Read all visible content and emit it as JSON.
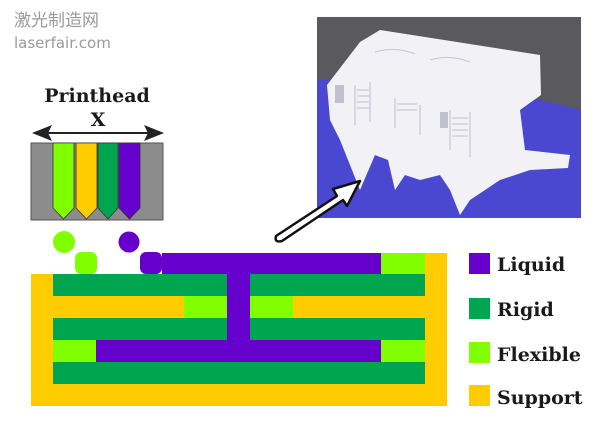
{
  "printhead": {
    "title": "Printhead",
    "axis_label": "X"
  },
  "legend": [
    {
      "label": "Liquid",
      "color": "#6600cc"
    },
    {
      "label": "Rigid",
      "color": "#00a550"
    },
    {
      "label": "Flexible",
      "color": "#7fff00"
    },
    {
      "label": "Support",
      "color": "#ffcc00"
    }
  ],
  "colors": {
    "printhead_body": "#8c8c8c",
    "photo_floor": "#4a48d0",
    "photo_wall": "#5a5a5e"
  },
  "watermark": {
    "line1": "激光制造网",
    "line2": "laserfair.com"
  }
}
